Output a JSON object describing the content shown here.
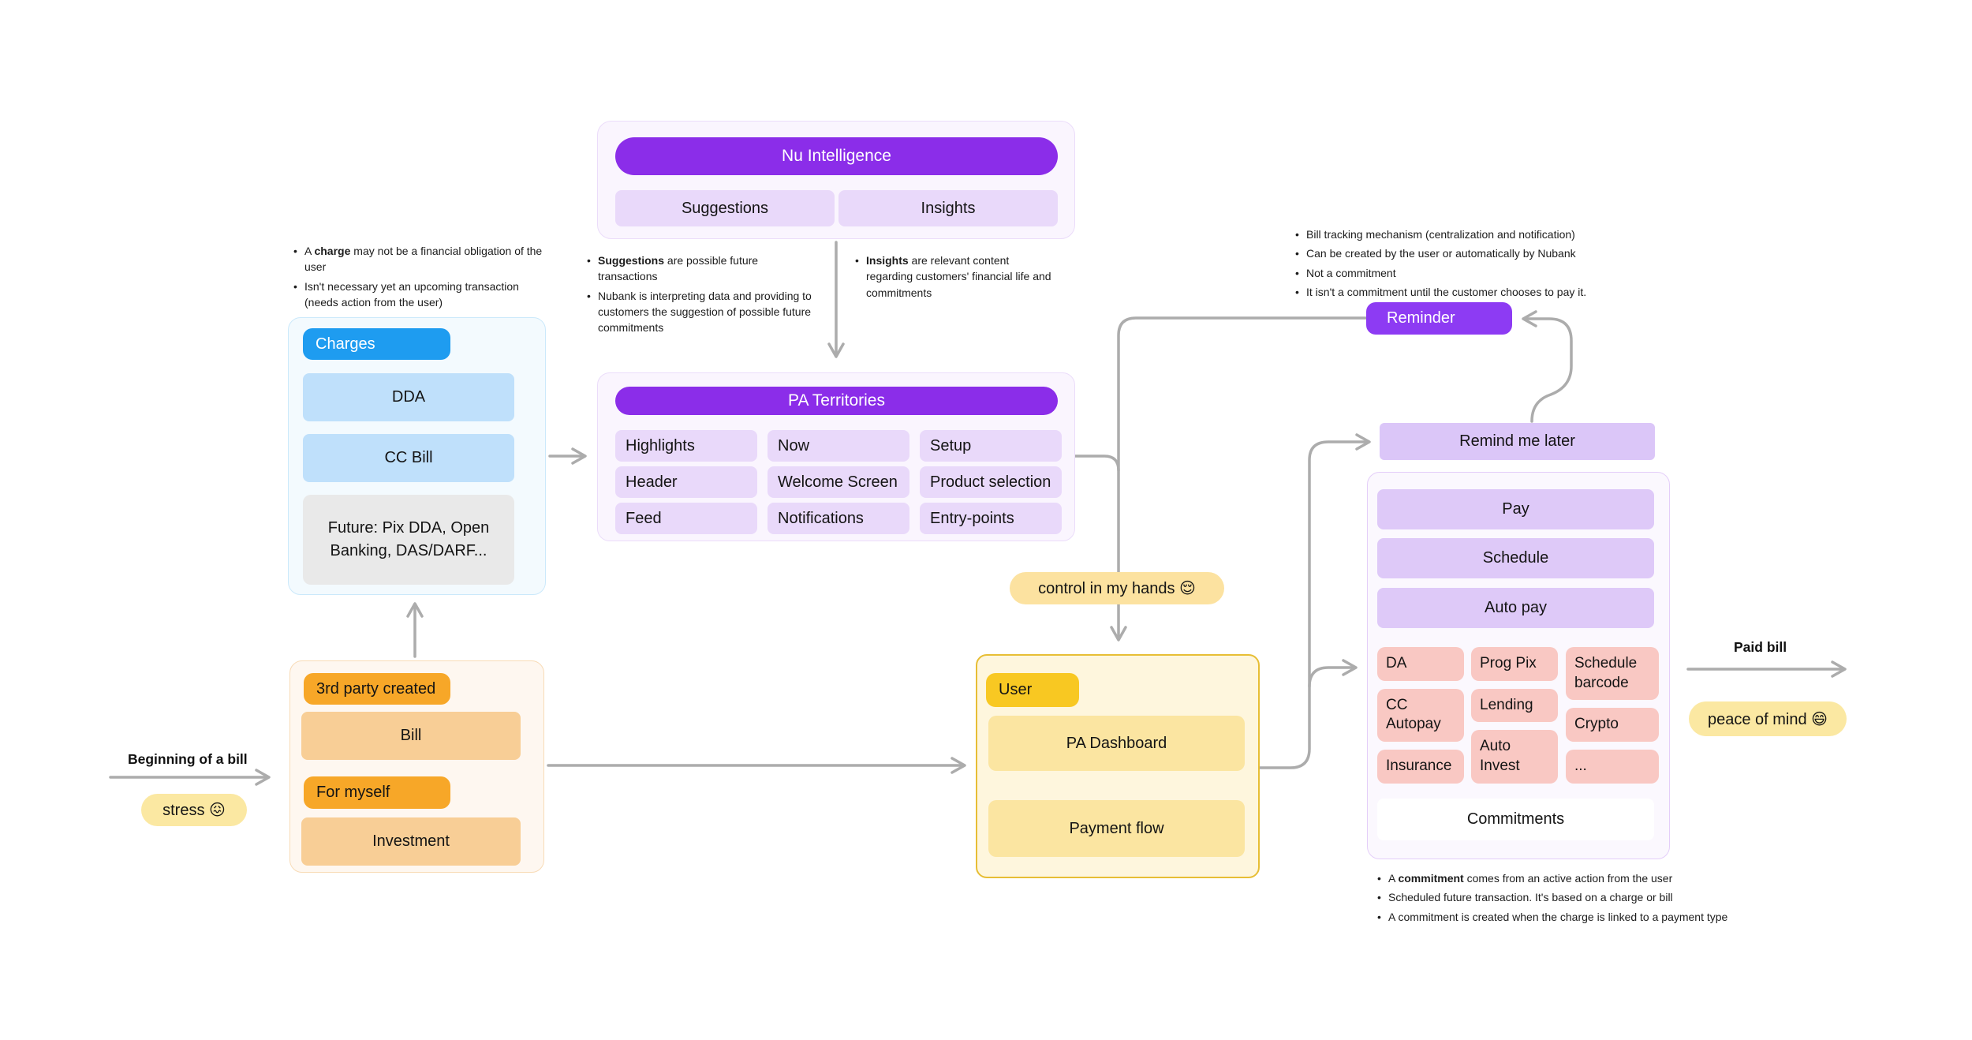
{
  "colors": {
    "purple": "#8B2DE9",
    "reminder_purple": "#8D3BF3",
    "purple_light": "#E9D9FA",
    "lilac": "#DEC9F8",
    "lilac_bar": "#DBC6F8",
    "purple_pale_bg": "#FAF5FE",
    "blue": "#1E9CF0",
    "blue_light": "#BFE0FB",
    "blue_pale_bg": "#F3FAFE",
    "gray_chip": "#E9E9E9",
    "orange": "#F7A728",
    "orange_light": "#F8CE96",
    "orange_pale_bg": "#FEF7F0",
    "gold": "#F8C822",
    "yellow_light": "#FBE5A1",
    "yellow_pale_bg": "#FEF6DD",
    "pink": "#F9C8C3",
    "pink_pale_bg": "#FBF8FE",
    "yellow_pill": "#FBE8A2",
    "arrow_gray": "#ACACAC"
  },
  "nu": {
    "title": "Nu Intelligence",
    "cells": [
      "Suggestions",
      "Insights"
    ]
  },
  "pa": {
    "title": "PA Territories",
    "cells": [
      "Highlights",
      "Now",
      "Setup",
      "Header",
      "Welcome Screen",
      "Product selection",
      "Feed",
      "Notifications",
      "Entry-points"
    ]
  },
  "charges": {
    "tag": "Charges",
    "items": [
      "DDA",
      "CC Bill"
    ],
    "future": "Future: Pix DDA, Open Banking, DAS/DARF..."
  },
  "bill_origin": {
    "third_party_tag": "3rd party created",
    "third_party_item": "Bill",
    "myself_tag": "For myself",
    "myself_item": "Investment"
  },
  "user_box": {
    "tag": "User",
    "items": [
      "PA Dashboard",
      "Payment flow"
    ]
  },
  "reminder": {
    "label": "Reminder"
  },
  "remind_me_later": {
    "label": "Remind me later"
  },
  "payment": {
    "actions": [
      "Pay",
      "Schedule",
      "Auto pay"
    ],
    "types": {
      "col1": [
        "DA",
        "CC Autopay",
        "Insurance"
      ],
      "col2": [
        "Prog Pix",
        "Lending",
        "Auto Invest"
      ],
      "col3": [
        "Schedule barcode",
        "Crypto",
        "..."
      ]
    },
    "footer": "Commitments"
  },
  "labels": {
    "beginning": "Beginning of a bill",
    "stress": "stress 😖",
    "control": "control in my hands 😌",
    "paid": "Paid bill",
    "peace": "peace of mind 😄"
  },
  "notes": {
    "charge": [
      "A **charge** may not be a financial obligation of the user",
      "Isn't necessary yet an upcoming transaction (needs action from the user)"
    ],
    "suggestions": [
      "**Suggestions** are possible future transactions",
      "Nubank is interpreting data and providing to customers the suggestion of possible future commitments"
    ],
    "insights": [
      "**Insights** are relevant content regarding customers' financial life and commitments"
    ],
    "reminder": [
      "Bill tracking mechanism (centralization and notification)",
      "Can be created by the user or automatically by Nubank",
      "Not a commitment",
      "It isn't a commitment until the customer chooses to pay it."
    ],
    "commitment": [
      "A **commitment** comes from an active action from the user",
      "Scheduled future transaction. It's based on a charge or bill",
      "A commitment is created when the charge is linked to a payment type"
    ]
  }
}
